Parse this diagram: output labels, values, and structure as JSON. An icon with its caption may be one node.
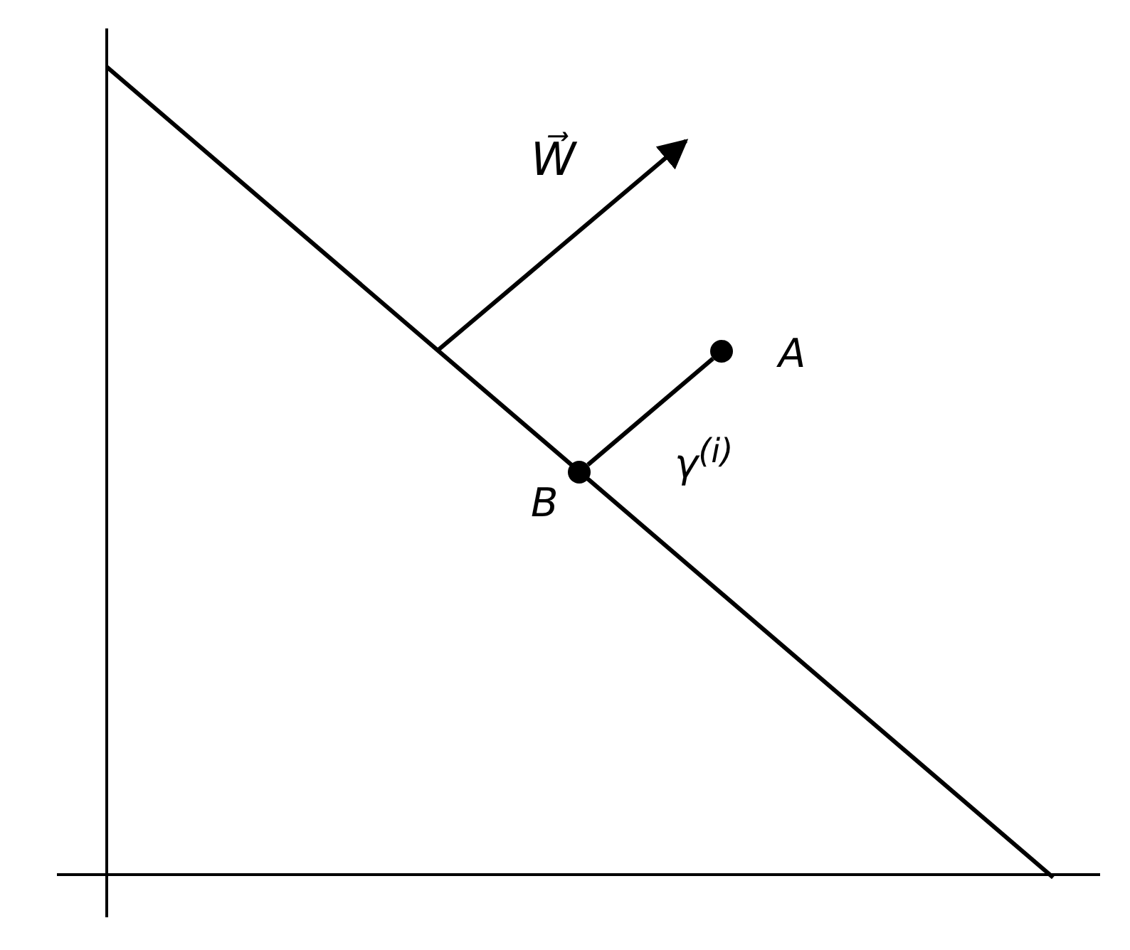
{
  "diagram": {
    "nodes": [
      {
        "text": [],
        "shape": "circle",
        "beside": [
          "A"
        ]
      },
      {
        "text": [],
        "shape": "circle",
        "beside": [
          "B"
        ]
      }
    ],
    "edges": [
      {
        "from": 1,
        "to": 0,
        "arrow": "none",
        "label": "γ$^{(i)}$"
      }
    ],
    "labels": [
      "W⃗"
    ]
  }
}
